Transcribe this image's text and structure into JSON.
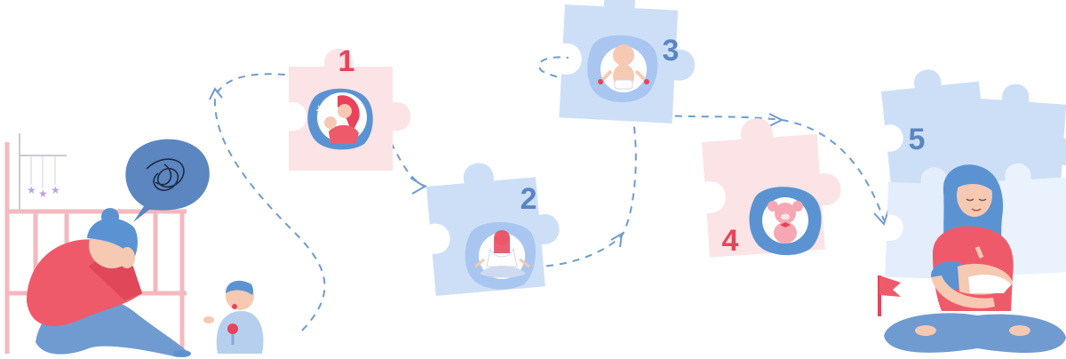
{
  "steps": [
    {
      "number": "1",
      "color": "#e8435a",
      "icon": "mother-singing-to-baby-icon"
    },
    {
      "number": "2",
      "color": "#5b86c0",
      "icon": "meditating-woman-icon"
    },
    {
      "number": "3",
      "color": "#5b86c0",
      "icon": "happy-baby-icon"
    },
    {
      "number": "4",
      "color": "#e8435a",
      "icon": "teddy-bear-icon"
    },
    {
      "number": "5",
      "color": "#5b86c0",
      "icon": "mother-breastfeeding-icon"
    }
  ],
  "colors": {
    "pink_piece": "#fbe3e6",
    "blue_piece": "#cddff7",
    "path": "#6f9bd0",
    "accent_red": "#ef5a6a",
    "hair_blue": "#5b93d2"
  }
}
